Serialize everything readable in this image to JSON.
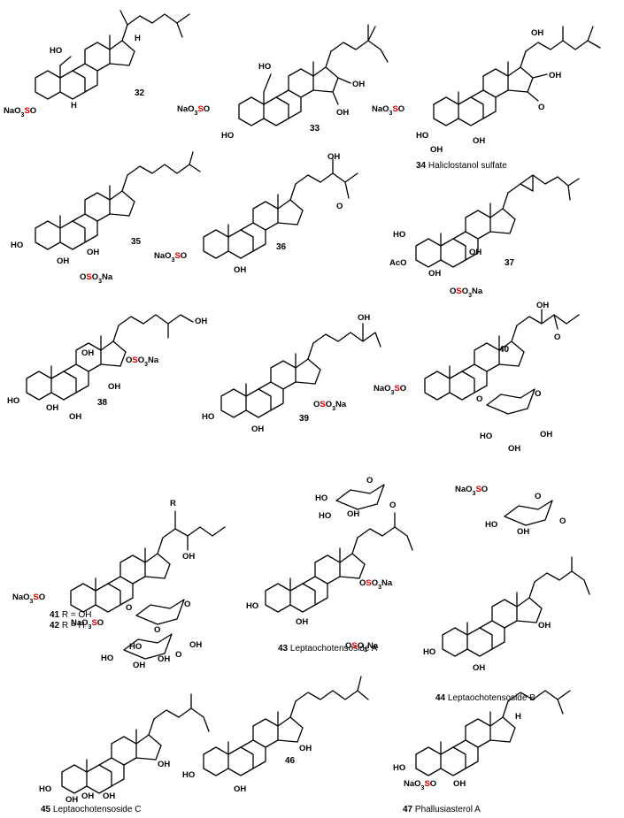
{
  "accent_color": "#e00000",
  "compounds": [
    {
      "id": "c32",
      "number": "32",
      "name": ""
    },
    {
      "id": "c33",
      "number": "33",
      "name": ""
    },
    {
      "id": "c34",
      "number": "34",
      "name": "Haliclostanol sulfate"
    },
    {
      "id": "c35",
      "number": "35",
      "name": ""
    },
    {
      "id": "c36",
      "number": "36",
      "name": ""
    },
    {
      "id": "c37",
      "number": "37",
      "name": ""
    },
    {
      "id": "c38",
      "number": "38",
      "name": ""
    },
    {
      "id": "c39",
      "number": "39",
      "name": ""
    },
    {
      "id": "c40",
      "number": "40",
      "name": ""
    },
    {
      "id": "c41",
      "number": "41",
      "name": "R = OH"
    },
    {
      "id": "c42",
      "number": "42",
      "name": "R = H"
    },
    {
      "id": "c43",
      "number": "43",
      "name": "Leptaochotensoside A"
    },
    {
      "id": "c44",
      "number": "44",
      "name": "Leptaochotensoside B"
    },
    {
      "id": "c45",
      "number": "45",
      "name": "Leptaochotensoside C"
    },
    {
      "id": "c46",
      "number": "46",
      "name": ""
    },
    {
      "id": "c47",
      "number": "47",
      "name": "Phallusiasterol A"
    }
  ],
  "groups": {
    "nao3": "NaO",
    "three": "3",
    "s": "S",
    "o": "O",
    "oso3na_o": "O",
    "oso3na_s": "S",
    "oso3na_tail": "O",
    "oso3na_3": "3",
    "oso3na_na": "Na",
    "ho": "HO",
    "oh": "OH",
    "h": "H",
    "aco": "AcO",
    "r": "R"
  }
}
